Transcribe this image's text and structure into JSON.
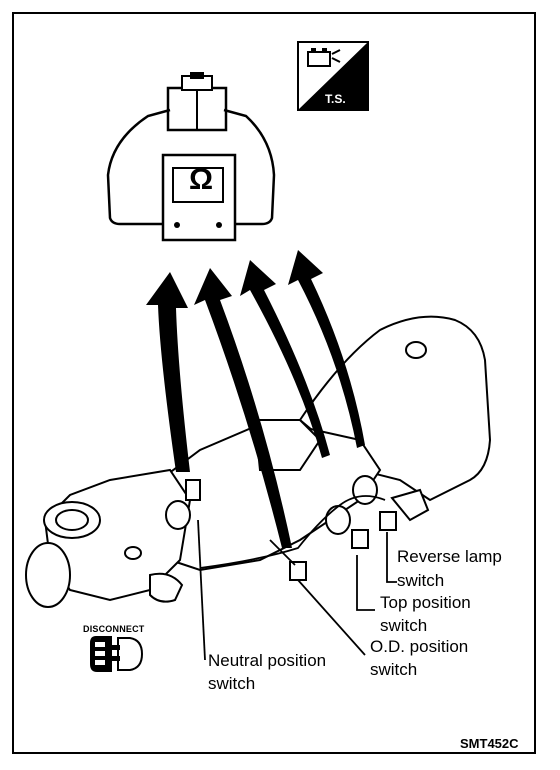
{
  "badge": {
    "icon": "battery-disconnect-icon",
    "text": "T.S."
  },
  "ohmmeter": {
    "symbol": "Ω"
  },
  "disconnect": {
    "label": "DISCONNECT",
    "icon": "connector-disconnect-icon"
  },
  "labels": {
    "reverse_line1": "Reverse lamp",
    "reverse_line2": "switch",
    "top_line1": "Top position",
    "top_line2": "switch",
    "od_line1": "O.D. position",
    "od_line2": "switch",
    "neutral_line1": "Neutral position",
    "neutral_line2": "switch"
  },
  "figure_code": "SMT452C"
}
